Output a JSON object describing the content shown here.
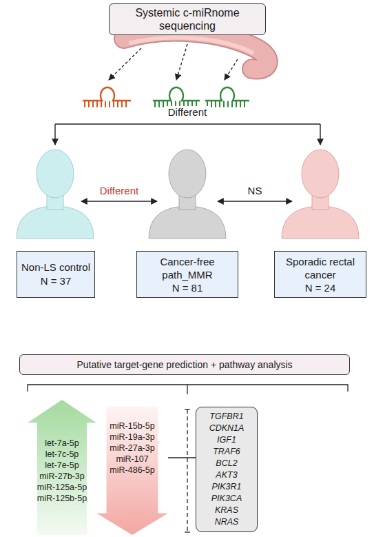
{
  "diagram": {
    "nodes": [
      {
        "text": [
          "Systemic c-miRnome sequencing"
        ]
      },
      {
        "text": [
          "Non-LS control",
          "N = 37"
        ]
      },
      {
        "text": [
          "Cancer-free path_MMR",
          "N = 81"
        ]
      },
      {
        "text": [
          "Sporadic rectal cancer",
          "N = 24"
        ]
      },
      {
        "text": [
          "Putative target-gene prediction + pathway analysis"
        ]
      },
      {
        "text": [
          "let-7a-5p",
          "let-7c-5p",
          "let-7e-5p",
          "miR-27b-3p",
          "miR-125a-5p",
          "miR-125b-5p"
        ]
      },
      {
        "text": [
          "miR-15b-5p",
          "miR-19a-3p",
          "miR-27a-3p",
          "miR-107",
          "miR-486-5p"
        ]
      },
      {
        "text": [
          "TGFBR1",
          "CDKN1A",
          "IGF1",
          "TRAF6",
          "BCL2",
          "AKT3",
          "PIK3R1",
          "PIK3CA",
          "KRAS",
          "NRAS"
        ]
      }
    ],
    "edges": [
      {
        "from": 6,
        "to": 7,
        "arrow": "none"
      }
    ],
    "labels": [
      "Different",
      "Different",
      "NS"
    ]
  }
}
